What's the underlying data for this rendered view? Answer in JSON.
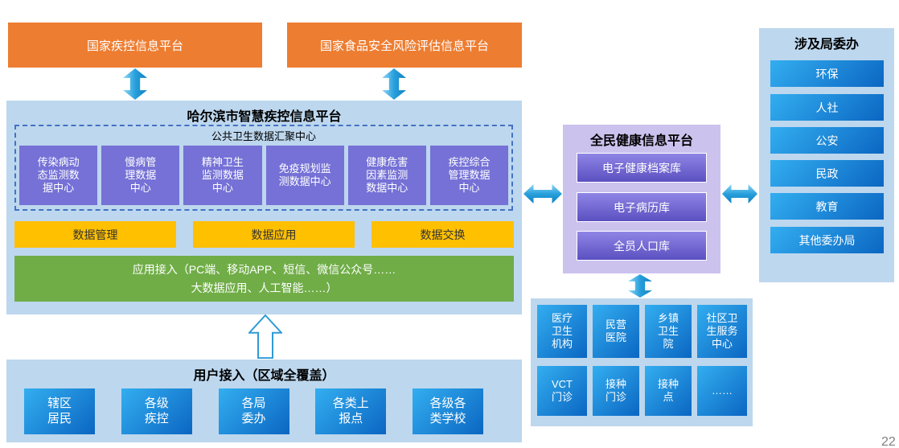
{
  "page_number": "22",
  "top_platforms": {
    "cdc": "国家疾控信息平台",
    "food_safety": "国家食品安全风险评估信息平台"
  },
  "main_platform": {
    "title": "哈尔滨市智慧疾控信息平台",
    "hub_title": "公共卫生数据汇聚中心",
    "data_centers": [
      "传染病动\n态监测数\n据中心",
      "慢病管\n理数据\n中心",
      "精神卫生\n监测数据\n中心",
      "免疫规划监\n测数据中心",
      "健康危害\n因素监测\n数据中心",
      "疾控综合\n管理数据\n中心"
    ],
    "functions": [
      "数据管理",
      "数据应用",
      "数据交换"
    ],
    "app_access": "应用接入（PC端、移动APP、短信、微信公众号……\n大数据应用、人工智能……）"
  },
  "user_access": {
    "title": "用户接入（区域全覆盖）",
    "items": [
      "辖区\n居民",
      "各级\n疾控",
      "各局\n委办",
      "各类上\n报点",
      "各级各\n类学校"
    ]
  },
  "health_platform": {
    "title": "全民健康信息平台",
    "items": [
      "电子健康档案库",
      "电子病历库",
      "全员人口库"
    ]
  },
  "bureaus": {
    "title": "涉及局委办",
    "items": [
      "环保",
      "人社",
      "公安",
      "民政",
      "教育",
      "其他委办局"
    ]
  },
  "institutions": {
    "row1": [
      "医疗\n卫生\n机构",
      "民营\n医院",
      "乡镇\n卫生\n院",
      "社区卫\n生服务\n中心"
    ],
    "row2": [
      "VCT\n门诊",
      "接种\n门诊",
      "接种\n点",
      "……"
    ]
  },
  "colors": {
    "orange": "#ED7D31",
    "panel_blue": "#BDD7EE",
    "panel_purple": "#CCC2EE",
    "purple_box": "#7571D6",
    "yellow": "#FFC000",
    "green": "#70AD47",
    "blue_gradient_start": "#33AEF0",
    "blue_gradient_end": "#0B66C2",
    "arrow_blue": "#1E9CD8"
  }
}
